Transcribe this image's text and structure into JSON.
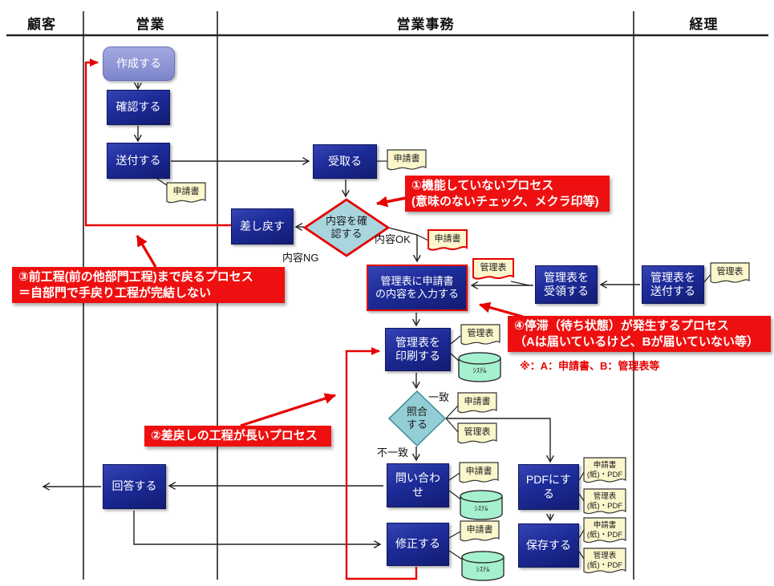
{
  "lanes": {
    "customer": "顧客",
    "sales": "営業",
    "sales_admin": "営業事務",
    "accounting": "経理"
  },
  "nodes": {
    "create": "作成する",
    "check": "確認する",
    "send": "送付する",
    "receive": "受取る",
    "confirm": [
      "内容を確",
      "認する"
    ],
    "send_back": "差し戻す",
    "enter": [
      "管理表に申請書",
      "の内容を入力する"
    ],
    "receive_mgmt": [
      "管理表を",
      "受領する"
    ],
    "send_mgmt": [
      "管理表を",
      "送付する"
    ],
    "print_mgmt": [
      "管理表を",
      "印刷する"
    ],
    "collate": [
      "照合",
      "する"
    ],
    "inquire": [
      "問い合わ",
      "せ"
    ],
    "reply": "回答する",
    "fix": "修正する",
    "to_pdf": [
      "PDFにす",
      "る"
    ],
    "save": "保存する"
  },
  "branch_labels": {
    "ok": "内容OK",
    "ng": "内容NG",
    "match": "一致",
    "mismatch": "不一致"
  },
  "documents": {
    "app_form": "申請書",
    "mgmt_table": "管理表",
    "system": "ｼｽﾃﾑ",
    "app_form_pdf": [
      "申請書",
      "(紙)・PDF"
    ],
    "mgmt_table_pdf": [
      "管理表",
      "(紙)・PDF"
    ]
  },
  "callouts": {
    "c1": [
      "①機能していないプロセス",
      "(意味のないチェック、メクラ印等)"
    ],
    "c2": [
      "②差戻しの工程が長いプロセス"
    ],
    "c3": [
      "③前工程(前の他部門工程)まで戻るプロセス",
      "＝自部門で手戻り工程が完結しない"
    ],
    "c4": [
      "④停滞（待ち状態）が発生するプロセス",
      "（Aは届いているけど、Bが届いていない等）"
    ]
  },
  "note": "※：A：申請書、B：管理表等",
  "colors": {
    "process_box": "#1d2b98",
    "process_box_light": "#8a92d4",
    "diamond_fill": "#a9d6de",
    "document_fill": "#fcf6cd",
    "database_fill": "#a5f0cf",
    "highlight_red": "#e60000",
    "callout_bg": "#ee1010"
  }
}
